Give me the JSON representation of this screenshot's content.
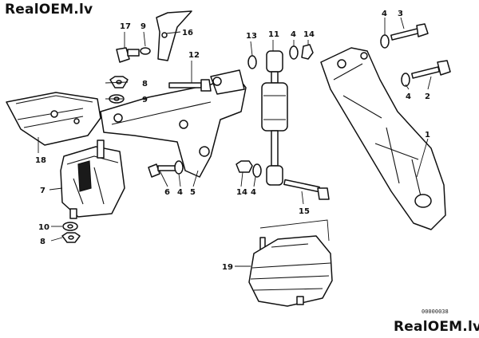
{
  "watermark": {
    "top": "RealOEM.lv",
    "bottom": "RealOEM.lv"
  },
  "figure_code": "00000038",
  "callouts": {
    "c1": "1",
    "c2": "2",
    "c3": "3",
    "c4a": "4",
    "c4b": "4",
    "c4c": "4",
    "c4d": "4",
    "c4e": "4",
    "c5": "5",
    "c6": "6",
    "c7": "7",
    "c8a": "8",
    "c8b": "8",
    "c9a": "9",
    "c9b": "9",
    "c10": "10",
    "c11": "11",
    "c12": "12",
    "c13": "13",
    "c14a": "14",
    "c14b": "14",
    "c15": "15",
    "c16": "16",
    "c17": "17",
    "c18": "18",
    "c19": "19"
  }
}
